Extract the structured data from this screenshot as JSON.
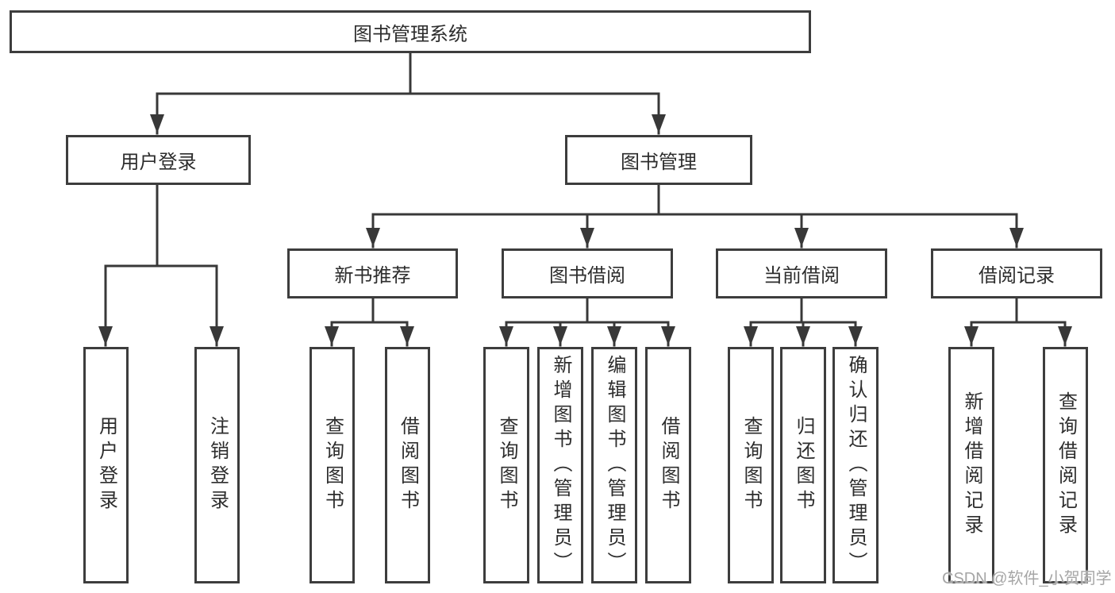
{
  "root": {
    "label": "图书管理系统"
  },
  "level2": [
    {
      "label": "用户登录"
    },
    {
      "label": "图书管理"
    }
  ],
  "level3": [
    {
      "label": "新书推荐"
    },
    {
      "label": "图书借阅"
    },
    {
      "label": "当前借阅"
    },
    {
      "label": "借阅记录"
    }
  ],
  "leaves": [
    {
      "label": "用户登录"
    },
    {
      "label": "注销登录"
    },
    {
      "label": "查询图书"
    },
    {
      "label": "借阅图书"
    },
    {
      "label": "查询图书"
    },
    {
      "label": "新增图书（管理员）"
    },
    {
      "label": "编辑图书（管理员）"
    },
    {
      "label": "借阅图书"
    },
    {
      "label": "查询图书"
    },
    {
      "label": "归还图书"
    },
    {
      "label": "确认归还（管理员）"
    },
    {
      "label": "新增借阅记录"
    },
    {
      "label": "查询借阅记录"
    }
  ],
  "watermark": "CSDN @软件_小贺同学",
  "colors": {
    "line": "#383838",
    "border": "#3d3d3d",
    "text": "#2d2d2d",
    "watermark_text": "#a6a6a6",
    "background": "#ffffff"
  }
}
